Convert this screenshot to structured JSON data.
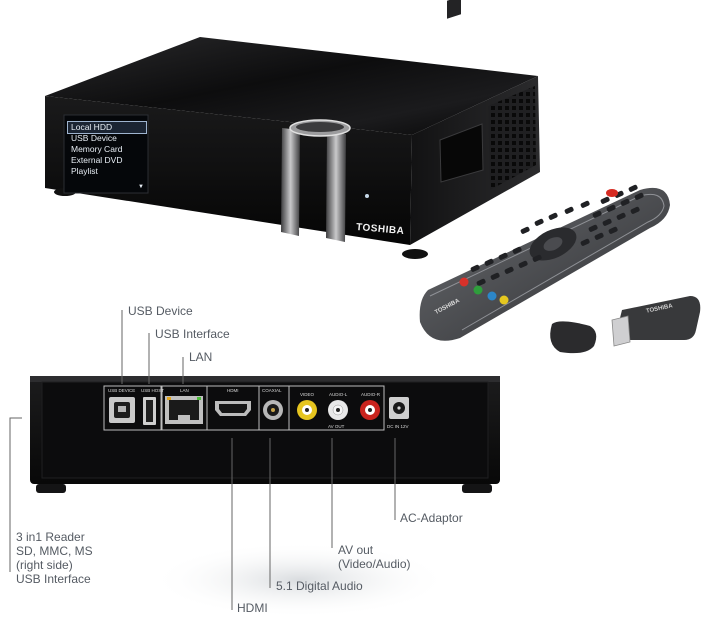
{
  "device": {
    "brand": "TOSHIBA",
    "menu_items": [
      "Local HDD",
      "USB Device",
      "Memory Card",
      "External DVD",
      "Playlist"
    ],
    "menu_selected_index": 0
  },
  "remote": {
    "brand": "TOSHIBA"
  },
  "dongle": {
    "brand": "TOSHIBA"
  },
  "rear_panel": {
    "port_labels": {
      "usb_device": "USB DEVICE",
      "usb_host": "USB HOST",
      "lan": "LAN",
      "hdmi": "HDMI",
      "coaxial": "COAXIAL",
      "video": "VIDEO",
      "audio_l": "AUDIO-L",
      "audio_r": "AUDIO-R",
      "av_out": "AV OUT",
      "dc_in": "DC IN 12V"
    }
  },
  "callouts": {
    "usb_device": "USB Device",
    "usb_interface": "USB Interface",
    "lan": "LAN",
    "reader_line1": "3 in1 Reader",
    "reader_line2": "SD, MMC, MS",
    "reader_line3": "(right side)",
    "reader_line4": "USB Interface",
    "hdmi": "HDMI",
    "digital_audio": "5.1 Digital Audio",
    "av_out_line1": "AV out",
    "av_out_line2": "(Video/Audio)",
    "ac_adaptor": "AC-Adaptor"
  },
  "colors": {
    "body": "#0b0b0c",
    "callout_line": "#666666",
    "callout_text": "#555b63",
    "menu_bg": "#05070a",
    "rca_yellow": "#e6c51f",
    "rca_white": "#e8e8e8",
    "rca_red": "#c9231d"
  }
}
